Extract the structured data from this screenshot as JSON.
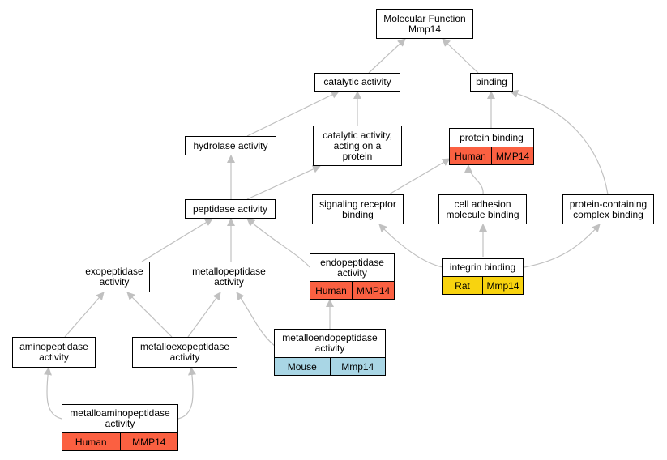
{
  "colors": {
    "edge": "#c0c0c0",
    "red": "#fb6041",
    "yellow": "#f8d30f",
    "blue": "#a9d6e5"
  },
  "nodes": {
    "mf": {
      "title": "Molecular Function\nMmp14"
    },
    "catalytic": {
      "title": "catalytic activity"
    },
    "binding": {
      "title": "binding"
    },
    "hydrolase": {
      "title": "hydrolase activity"
    },
    "cat_protein": {
      "title": "catalytic activity,\nacting on a\nprotein"
    },
    "protein_binding": {
      "title": "protein binding",
      "anno": [
        "Human",
        "MMP14"
      ],
      "color": "red"
    },
    "peptidase": {
      "title": "peptidase activity"
    },
    "signaling": {
      "title": "signaling receptor\nbinding"
    },
    "cell_adhesion": {
      "title": "cell adhesion\nmolecule binding"
    },
    "protein_complex": {
      "title": "protein-containing\ncomplex binding"
    },
    "exopeptidase": {
      "title": "exopeptidase\nactivity"
    },
    "metallopeptidase": {
      "title": "metallopeptidase\nactivity"
    },
    "endopeptidase": {
      "title": "endopeptidase\nactivity",
      "anno": [
        "Human",
        "MMP14"
      ],
      "color": "red"
    },
    "integrin": {
      "title": "integrin binding",
      "anno": [
        "Rat",
        "Mmp14"
      ],
      "color": "yellow"
    },
    "aminopeptidase": {
      "title": "aminopeptidase\nactivity"
    },
    "metalloexopeptidase": {
      "title": "metalloexopeptidase\nactivity"
    },
    "metalloendopeptidase": {
      "title": "metalloendopeptidase\nactivity",
      "anno": [
        "Mouse",
        "Mmp14"
      ],
      "color": "blue"
    },
    "metalloaminopeptidase": {
      "title": "metalloaminopeptidase\nactivity",
      "anno": [
        "Human",
        "MMP14"
      ],
      "color": "red"
    }
  }
}
